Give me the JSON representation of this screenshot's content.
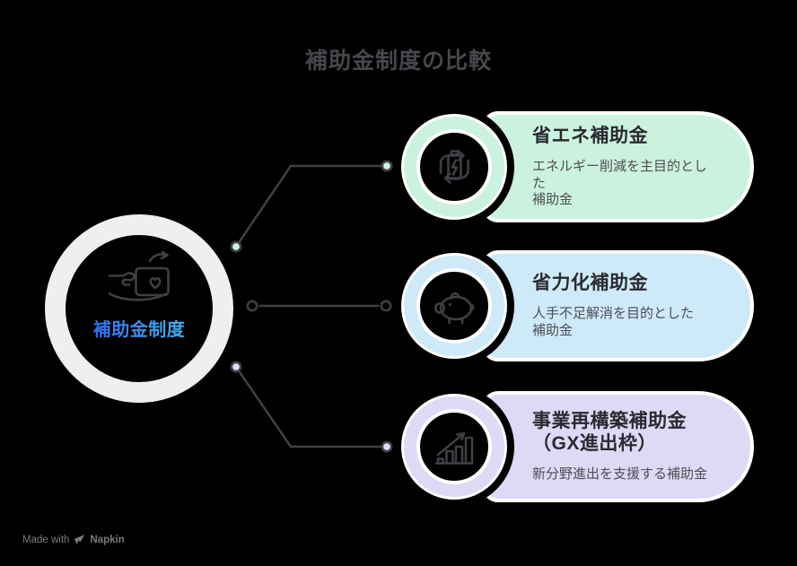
{
  "title": "補助金制度の比較",
  "center": {
    "label": "補助金制度",
    "icon": "hand-card-heart-icon"
  },
  "branches": [
    {
      "title": "省エネ補助金",
      "description": "エネルギー削減を主目的とした\n補助金",
      "color": "#cbf2de",
      "icon": "battery-sync-icon"
    },
    {
      "title": "省力化補助金",
      "description": "人手不足解消を目的とした\n補助金",
      "color": "#cee9f7",
      "icon": "piggy-bank-icon"
    },
    {
      "title": "事業再構築補助金\n（GX進出枠）",
      "description": "新分野進出を支援する補助金",
      "color": "#ded9f4",
      "icon": "bar-chart-growth-icon"
    }
  ],
  "watermark": {
    "prefix": "Made with",
    "brand": "Napkin"
  },
  "colors": {
    "bg": "#000000",
    "line": "#3e3e44",
    "ring": "#efeff1",
    "border": "#ffffff",
    "title": "#46464c",
    "pill_title": "#2a2a30",
    "pill_desc": "#4e4e56",
    "watermark": "#7a7a7f",
    "label_gradient_start": "#2f6ff0",
    "label_gradient_end": "#3fb3f0"
  }
}
